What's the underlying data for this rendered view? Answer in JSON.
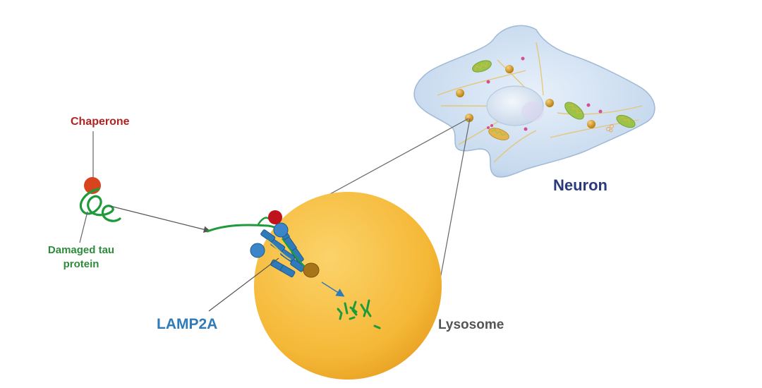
{
  "labels": {
    "chaperone": "Chaperone",
    "damaged_tau_line1": "Damaged tau",
    "damaged_tau_line2": "protein",
    "lamp2a": "LAMP2A",
    "lysosome": "Lysosome",
    "neuron": "Neuron"
  },
  "colors": {
    "chaperone": "#d9441f",
    "tau_protein": "#1f9a3a",
    "lamp2a": "#2f7ab8",
    "lysosome": "#f7bf3c",
    "neuron": "#c9dcef",
    "nucleus": "#dde8f4",
    "lysosome_dot": "#d69a1c",
    "mitochondria": "#9ac34a",
    "vesicle": "#d2508f"
  },
  "icons": {
    "chaperone": "chaperone-circle-icon",
    "tau": "tangled-tau-protein-icon",
    "lamp2a": "lamp2a-receptor-icon",
    "lysosome": "lysosome-circle-icon",
    "neuron": "neuron-cell-icon"
  }
}
